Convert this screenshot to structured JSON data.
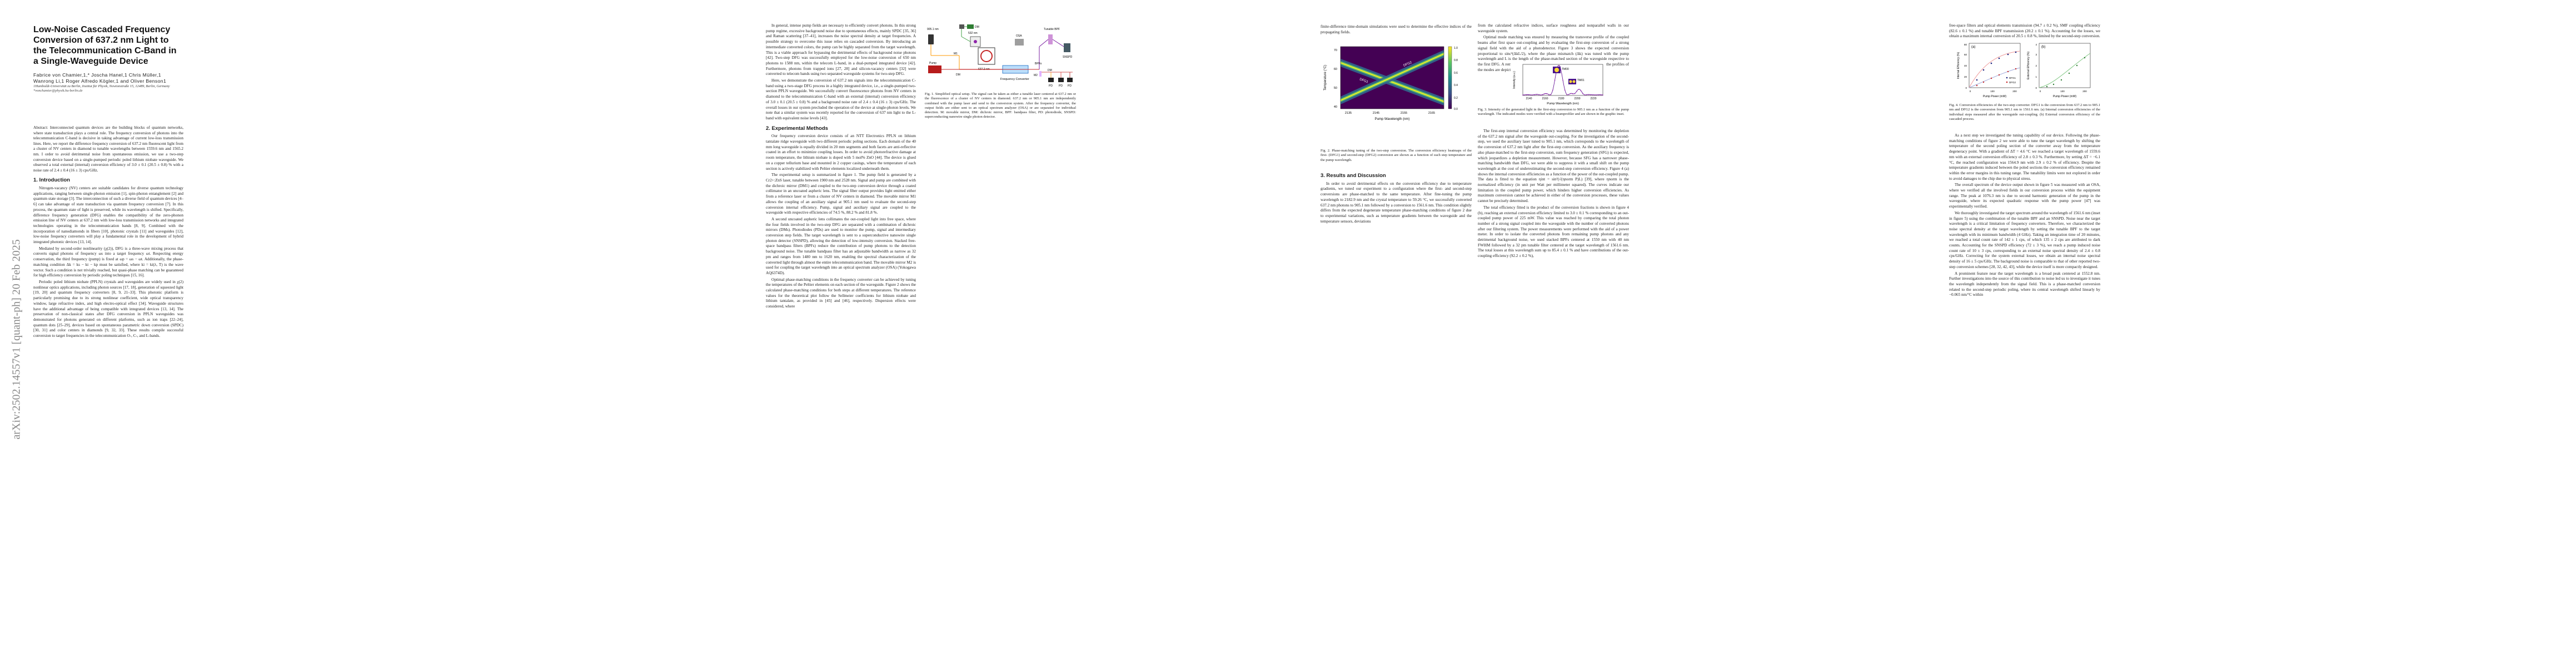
{
  "arxiv_stamp": "arXiv:2502.14557v1  [quant-ph]  20 Feb 2025",
  "paper": {
    "title": "Low-Noise Cascaded Frequency Conversion of 637.2 nm Light to the Telecommunication C-Band in a Single-Waveguide Device",
    "authors_line1": "Fabrice von Chamier,1,* Joscha Hanel,1 Chris Müller,1",
    "authors_line2": "Wanrong Li,1 Roger Alfredo Kögler,1 and Oliver Benson1",
    "affiliation": "1Humboldt-Universität zu Berlin, Institut für Physik, Newtonstraße 15, 12489, Berlin, Germany",
    "email": "*vonchamier@physik.hu-berlin.de"
  },
  "p1": {
    "abstract": "Abstract: Interconnected quantum devices are the building blocks of quantum networks, where state transduction plays a central role. The frequency conversion of photons into the telecommunication C-band is decisive in taking advantage of current low-loss transmission lines. Here, we report the difference frequency conversion of 637.2 nm fluorescent light from a cluster of NV centers in diamond to tunable wavelengths between 1559.6 nm and 1565.2 nm. I order to avoid detrimental noise from spontaneous emission, we use a two-step conversion device based on a single-pumped periodic poled lithium niobate waveguide. We observed a total external (internal) conversion efficiency of 3.0 ± 0.1 (20.5 ± 0.8) % with a noise rate of 2.4 ± 0.4 (16 ± 3) cps/GHz.",
    "section1": "1.  Introduction",
    "para1": "Nitrogen-vacancy (NV) centers are suitable candidates for diverse quantum technology applications, ranging between single-photon emission [1], spin-photon entanglement [2] and quantum state storage [3]. The interconnection of such a diverse field of quantum devices [4–6] can take advantage of state transduction via quantum frequency conversion [7]. In this process, the quantum state of light is preserved, while its wavelength is shifted. Specifically, difference frequency generation (DFG) enables the compatibility of the zero-phonon emission line of NV centers at 637.2 nm with low-loss transmission networks and integrated technologies operating in the telecommunication bands [8, 9]. Combined with the incorporation of nanodiamonds in fibers [10], photonic crystals [11] and waveguides [12], low-noise frequency converters will play a fundamental role in the development of hybrid integrated photonic devices [13, 14].",
    "para2": "Mediated by second-order nonlinearity (χ(2)), DFG is a three-wave mixing process that converts signal photons of frequency ωs into a target frequency ωt. Respecting energy conservation, the third frequency (pump) is fixed at ωp = ωs − ωt. Additionally, the phase-matching condition Δk = ks − kt − kp must be satisfied, where ki = ki(λ, T) is the wave vector. Such a condition is not trivially reached, but quasi-phase matching can be guaranteed for high efficiency conversion by periodic poling techniques [15, 16].",
    "para3": "Periodic poled lithium niobate (PPLN) crystals and waveguides are widely used in χ(2) nonlinear optics applications, including photon sources [17, 18], generation of squeezed light [19, 20] and quantum frequency converters [8, 9, 21–33]. This photonic platform is particularly promising due to its strong nonlinear coefficient, wide optical transparency window, large refractive index, and high electro-optical effect [34]. Waveguide structures have the additional advantage of being compatible with integrated devices [13, 14]. The preservation of non-classical states after DFG conversion in PPLN waveguides was demonstrated for photons generated on different platforms, such as ion traps [22–24], quantum dots [25–29], devices based on spontaneous parametric down conversion (SPDC) [30, 31] and color centers in diamonds [9, 32, 33]. These results compile successful conversion to target frequencies in the telecommunication O-, C-, and L-bands."
  },
  "p2": {
    "para1": "In general, intense pump fields are necessary to efficiently convert photons. In this strong pump regime, excessive background noise due to spontaneous effects, mainly SPDC [35, 36] and Raman scattering [37–41], increases the noise spectral density at target frequencies. A possible strategy to overcome this issue relies on cascaded conversion. By introducing an intermediate converted colors, the pump can be highly separated from the target wavelength. This is a viable approach for bypassing the detrimental effects of background noise photons [42]. Two-step DFG was successfully employed for the low-noise conversion of 650 nm photons to 1588 nm, within the telecom L-band, in a dual-pumped integrated device [42]. Furthermore, photons from trapped ions [27, 28] and silicon-vacancy centers [32] were converted to telecom bands using two separated waveguide systems for two-step DFG.",
    "para2": "Here, we demonstrate the conversion of 637.2 nm signals into the telecommunication C-band using a two-stage DFG process in a highly integrated device, i.e., a single-pumped two-section PPLN waveguide. We successfully convert fluorescence photons from NV centers in diamond to the telecommunication C-band with an external (internal) conversion efficiency of 3.0 ± 0.1 (20.5 ± 0.8) % and a background noise rate of 2.4 ± 0.4 (16 ± 3) cps/GHz. The overall losses in our system precluded the operation of the device at single-photon levels. We note that a similar system was recently reported for the conversion of 637 nm light to the L-band with equivalent noise levels [43].",
    "section2": "2.  Experimental Methods",
    "para3": "Our frequency conversion device consists of an NTT Electronics PPLN on lithium tantalate ridge waveguide with two different periodic poling sections. Each domain of the 40 mm long waveguide is equally divided in 20 mm segments and both facets are anti-reflective coated in an effort to minimize coupling losses. In order to avoid photorefractive damage at room temperature, the lithium niobate is doped with 5 mol% ZnO [44]. The device is glued on a copper tellurium base and mounted in 2 copper casings, where the temperature of each section is actively stabilized with Peltier elements localized underneath them.",
    "para4": "The experimental setup is summarized in figure 1. The pump field is generated by a Cr2+:ZnS laser, tunable between 1900 nm and 2528 nm. Signal and pump are combined with the dichroic mirror (DM1) and coupled to the two-step conversion device through a coated collimator in an uncoated aspheric lens. The signal fiber output provides light emitted either from a reference laser or from a cluster of NV centers in diamond. The movable mirror M1 allows the coupling of an auxiliary signal at 905.1 nm used to evaluate the second-step conversion internal efficiency. Pump, signal and auxiliary signal are coupled to the waveguide with respective efficiencies of 74.5 %, 88.2 % and 81.8 %.",
    "para5": "A second uncoated aspheric lens collimates the out-coupled light into free space, where the four fields involved in the two-step DFG are separated with a combination of dichroic mirrors (DMs). Photodiodes (PDs) are used to monitor the pump, signal and intermediary conversion step fields. The target wavelength is sent to a superconductive nanowire single photon detector (SNSPD), allowing the detection of low-intensity conversion. Stacked free-space bandpass filters (BPFs) reduce the contribution of pump photons to the detection background noise. The tunable bandpass filter has an adjustable bandwidth as narrow as 32 pm and ranges from 1480 nm to 1620 nm, enabling the spectral characterization of the converted light through almost the entire telecommunication band. The movable mirror M2 is used for coupling the target wavelength into an optical spectrum analyzer (OSA) (Yokogawa AQ6374D).",
    "para6": "Optimal phase-matching conditions in the frequency converter can be achieved by tuning the temperatures of the Peltier elements on each section of the waveguide. Figure 2 shows the calculated phase-matching conditions for both steps at different temperatures. The reference values for the theoretical plot follow the Sellmeier coefficients for lithium niobate and lithium tantalate, as provided in [45] and [46], respectively. Dispersion effects were considered, where",
    "fig1_caption": "Fig. 1. Simplified optical setup. The signal can be taken as either a tunable laser centered at 637.2 nm or the fluorescence of a cluster of NV centers in diamond. 637.2 nm or 905.1 nm are independently combined with the pump laser and send to the conversion system. After the frequency converter, the output fields are either sent to an optical spectrum analyzer (OSA) or are separated for individual detection. M: movable mirror, DM: dichroic mirror, BPF: bandpass filter, PD: photodiode, SNSPD: superconducting nanowire single photon detector.",
    "fig1_labels": {
      "l905": "905.1 nm",
      "l532": "532 nm",
      "l637": "637.2 nm",
      "pump": "Pump",
      "dm1": "DM",
      "dm2": "DM",
      "m1": "M1",
      "m2": "M2",
      "dm3": "DM",
      "fc": "Frequency Converter",
      "osa": "OSA",
      "tbpf": "Tunable BPF",
      "snspd": "SNSPD",
      "pd1": "PD",
      "pd2": "PD",
      "pd3": "PD",
      "bpfs": "BPFs"
    }
  },
  "p3": {
    "para_top": "from the calculated refractive indices, surface roughness and nonparallel walls in our waveguide system.",
    "para_top2": "finite-difference time-domain simulations were used to determine the effective indices of the propagating fields.",
    "para2": "Optimal mode matching was ensured by measuring the transverse profile of the coupled beams after first space out-coupling and by evaluating the first-step conversion of a strong signal field with the aid of a photodetector. Figure 3 shows the expected conversion proportional to sinc²(ΔkL/2), where the phase mismatch (Δk) was tuned with the pump wavelength and L is the length of the phase-matched section of the waveguide respective to the first DFG. A remaining conversion of higher order mode is still visible and the profiles of the modes are depicted in figure 3 inset.",
    "fig2_caption": "Fig. 2. Phase-matching tuning of the two-step conversion. The conversion efficiency heatmaps of the first- (DFG1) and second-step (DFG2) conversion are shown as a function of each step temperature and the pump wavelength.",
    "fig3_caption": "Fig. 3. Intensity of the generated light in the first-step conversion to 905.1 nm as a function of the pump wavelength. The indicated modes were verified with a beamprofiler and are shown in the graphic inset.",
    "section3": "3.  Results and Discussion",
    "para3": "In order to avoid detrimental effects on the conversion efficiency due to temperature gradients, we tuned our experiment to a configuration where the first- and second-step conversions are phase-matched to the same temperature. After fine-tuning the pump wavelength to 2182.9 nm and the crystal temperature to 59.26 °C, we successfully converted 637.2 nm photons to 905.1 nm followed by a conversion to 1561.6 nm. This condition slightly differs from the expected degenerate temperature phase-matching conditions of figure 2 due to experimental variations, such as temperature gradients between the waveguide and the temperature sensors, deviations",
    "para4": "The first-step internal conversion efficiency was determined by monitoring the depletion of the 637.2 nm signal after the waveguide out-coupling. For the investigation of the second-step, we used the auxiliary laser tuned to 905.1 nm, which corresponds to the wavelength of the conversion of 637.2 nm light after the first-step conversion. As the auxiliary frequency is also phase-matched to the first-step conversion, sum frequency generation (SFG) is expected, which jeopardizes a depletion measurement. However, because SFG has a narrower phase-matching bandwidth than DFG, we were able to suppress it with a small shift on the pump wavelength at the cost of underestimating the second-step conversion efficiency. Figure 4 (a) shows the internal conversion efficiencies as a function of the power of the out-coupled pump. The data is fitted to the equation ηint = sin²(√(ηnorm P)L) [39], where ηnorm is the normalized efficiency (in unit per Watt per millimeter squared). The curves indicate our limitation in the coupled pump power, which hinders higher conversion efficiencies. As maximum conversion cannot be achieved in either of the conversion processes, these values cannot be precisely determined.",
    "para5": "The total efficiency fitted is the product of the conversion fractions is shown in figure 4 (b), reaching an external conversion efficiency limited to 3.0 ± 0.1 % corresponding to an out-coupled pump power of 225 mW. This value was reached by comparing the total photon number of a strong signal coupled into the waveguide with the number of converted photons after our filtering system. The power measurements were performed with the aid of a power meter. In order to isolate the converted photons from remaining pump photons and any detrimental background noise, we used stacked BPFs centered at 1550 nm with 40 nm FWHM followed by a 32 pm tunable filter centered at the target wavelength of 1561.6 nm. The total losses at this wavelength sum up to 85.4 ± 0.1 % and have contributions of the out-coupling efficiency (92.2 ± 0.2 %),",
    "fig2_axes": {
      "ylabel": "Temperature (°C)",
      "xlabel": "Pump Wavelength (nm)",
      "yticks": [
        "70",
        "60",
        "50",
        "40"
      ],
      "xticks": [
        "2135",
        "2145",
        "2155",
        "2165"
      ],
      "cbar": [
        "1.0",
        "0.8",
        "0.6",
        "0.4",
        "0.2",
        "0.0"
      ],
      "dfg1": "DFG1",
      "dfg2": "DFG2"
    },
    "fig3_axes": {
      "ylabel": "Intensity (a.u.)",
      "xlabel": "Pump Wavelength (nm)",
      "xticks": [
        "2140",
        "2160",
        "2180",
        "2200",
        "2220"
      ],
      "mode1": "TM00",
      "mode2": "TM01"
    }
  },
  "p4": {
    "para1": "free-space filters and optical elements transmission (94.7 ± 0.2 %), SMF coupling efficiency (82.6 ± 0.1 %) and tunable BPF transmission (20.2 ± 0.1 %). Accounting for the losses, we obtain a maximum internal conversion of 20.5 ± 0.8 %, limited by the second-step conversion.",
    "fig4_caption": "Fig. 4. Conversion efficiencies of the two-step converter. DFG1 is the conversion from 637.2 nm to 905.1 nm and DFG2 is the conversion from 905.1 nm to 1561.6 nm. (a) Internal conversion efficiencies of the individual steps measured after the waveguide out-coupling. (b) External conversion efficiency of the cascaded process.",
    "para2": "As a next step we investigated the tuning capability of our device. Following the phase-matching conditions of figure 2 we were able to tune the target wavelength by shifting the temperature of the second poling section of the converter away from the temperature degeneracy point. With a gradient of ΔT = 4.6 °C we reached a target wavelength of 1559.6 nm with an external conversion efficiency of 2.8 ± 0.3 %. Furthermore, by setting ΔT = −6.1 °C, the reached configuration was 1564.9 nm with 2.9 ± 0.2 % of efficiency. Despite the temperature gradients induced between the poled sections the conversion efficiency remained within the error margins in this tuning range. The tunability limits were not explored in order to avoid damages to the chip due to physical stress.",
    "para3": "The overall spectrum of the device output shown in figure 5 was measured with an OSA, where we verified all the involved fields in our conversion process within the equipment range. The peak at 1076.3 nm is due to second harmonic generation of the pump in the waveguide, where its expected quadratic response with the pump power [47] was experimentally verified.",
    "para4": "We thoroughly investigated the target spectrum around the wavelength of 1561.6 nm (inset in figure 5) using the combination of the tunable BPF and an SNSPD. Noise near the target wavelength is a critical limitation of frequency converters. Therefore, we characterized the noise spectral density at the target wavelength by setting the tunable BPF to the target wavelength with its minimum bandwidth (4 GHz). Taking an integration time of 20 minutes, we reached a total count rate of 142 ± 1 cps, of which 135 ± 2 cps are attributed to dark counts. Accounting for the SNSPD efficiency (72 ± 3 %), we reach a pump induced noise count rate of 10 ± 3 cps, corresponding to an external noise spectral density of 2.4 ± 0.8 cps/GHz. Correcting for the system external losses, we obtain an internal noise spectral density of 16 ± 5 cps/GHz. The background noise is comparable to that of other reported two-step conversion schemes [28, 32, 42, 43], while the device itself is more compactly designed.",
    "para5": "A prominent feature near the target wavelength is a broad peak centered at 1552.8 nm. Further investigations into the source of this contribution to noise led us to investigate it tunes the wavelength independently from the signal field. This is a phase-matched conversion related to the second-step periodic poling, where its central wavelength shifted linearly by −0.065 nm/°C within",
    "fig4_axes": {
      "a": "(a)",
      "b": "(b)",
      "ylabel_a": "Internal Efficiency (%)",
      "ylabel_b": "External Efficiency (%)",
      "xlabel": "Pump Power (mW)",
      "xticks": [
        "0",
        "100",
        "200"
      ],
      "yticks_a": [
        "0",
        "20",
        "40",
        "60",
        "80"
      ],
      "yticks_b": [
        "0",
        "1",
        "2",
        "3",
        "4"
      ],
      "legend1": "DFG1",
      "legend2": "DFG2"
    }
  }
}
